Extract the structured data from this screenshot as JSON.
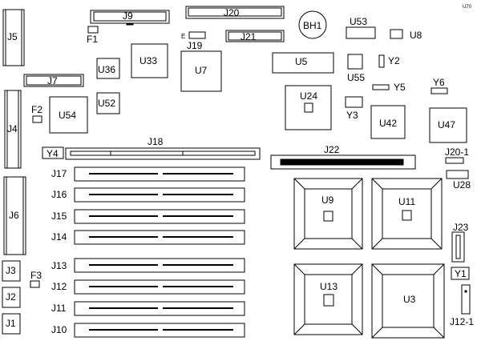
{
  "labels": {
    "J9": "J9",
    "J20": "J20",
    "BH1": "BH1",
    "U53": "U53",
    "U8": "U8",
    "UTD": "U70",
    "F1": "F1",
    "E": "E",
    "J19": "J19",
    "J21": "J21",
    "J5": "J5",
    "U36": "U36",
    "U33": "U33",
    "U7": "U7",
    "U5": "U5",
    "U55": "U55",
    "Y2": "Y2",
    "J7": "J7",
    "Y5": "Y5",
    "Y6": "Y6",
    "F2": "F2",
    "U54": "U54",
    "U52": "U52",
    "U24": "U24",
    "Y3": "Y3",
    "U42": "U42",
    "U47": "U47",
    "J4": "J4",
    "Y4": "Y4",
    "J18": "J18",
    "J22": "J22",
    "J20_1": "J20-1",
    "U28": "U28",
    "J17": "J17",
    "J16": "J16",
    "J15": "J15",
    "J14": "J14",
    "J6": "J6",
    "U9": "U9",
    "U11": "U11",
    "J23": "J23",
    "J3": "J3",
    "F3": "F3",
    "J13": "J13",
    "Y1": "Y1",
    "J2": "J2",
    "J12": "J12",
    "U13": "U13",
    "U3": "U3",
    "J11": "J11",
    "J1": "J1",
    "J10": "J10",
    "J12_1": "J12-1"
  }
}
